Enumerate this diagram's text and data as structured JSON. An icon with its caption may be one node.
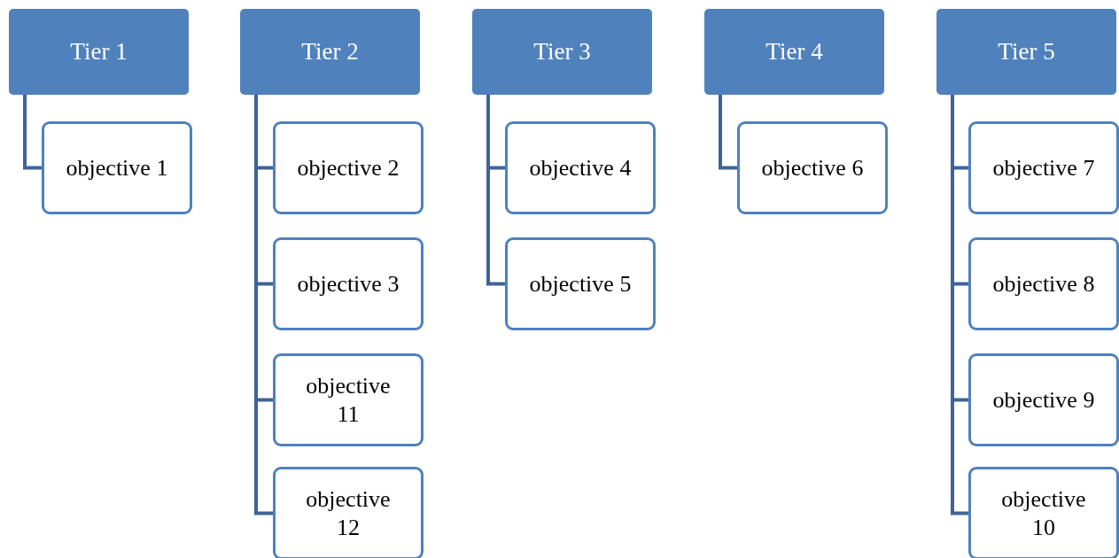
{
  "diagram": {
    "nodes": [
      {
        "text": [
          "Tier 1"
        ]
      },
      {
        "text": [
          "objective 1"
        ]
      },
      {
        "text": [
          "Tier 2"
        ]
      },
      {
        "text": [
          "objective 2"
        ]
      },
      {
        "text": [
          "objective 3"
        ]
      },
      {
        "text": [
          "objective 11"
        ]
      },
      {
        "text": [
          "objective 12"
        ]
      },
      {
        "text": [
          "Tier 3"
        ]
      },
      {
        "text": [
          "objective 4"
        ]
      },
      {
        "text": [
          "objective 5"
        ]
      },
      {
        "text": [
          "Tier 4"
        ]
      },
      {
        "text": [
          "objective 6"
        ]
      },
      {
        "text": [
          "Tier 5"
        ]
      },
      {
        "text": [
          "objective 7"
        ]
      },
      {
        "text": [
          "objective 8"
        ]
      },
      {
        "text": [
          "objective 9"
        ]
      },
      {
        "text": [
          "objective 10"
        ]
      }
    ],
    "edges": [
      {
        "from": 0,
        "to": 1,
        "arrow": "none"
      },
      {
        "from": 2,
        "to": 3,
        "arrow": "none"
      },
      {
        "from": 2,
        "to": 4,
        "arrow": "none"
      },
      {
        "from": 2,
        "to": 5,
        "arrow": "none"
      },
      {
        "from": 2,
        "to": 6,
        "arrow": "none"
      },
      {
        "from": 7,
        "to": 8,
        "arrow": "none"
      },
      {
        "from": 7,
        "to": 9,
        "arrow": "none"
      },
      {
        "from": 10,
        "to": 11,
        "arrow": "none"
      },
      {
        "from": 12,
        "to": 13,
        "arrow": "none"
      },
      {
        "from": 12,
        "to": 14,
        "arrow": "none"
      },
      {
        "from": 12,
        "to": 15,
        "arrow": "none"
      },
      {
        "from": 12,
        "to": 16,
        "arrow": "none"
      }
    ]
  }
}
